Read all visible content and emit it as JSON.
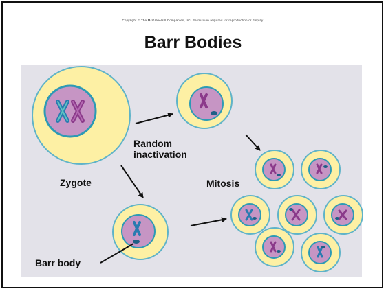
{
  "slide": {
    "copyright": "Copyright © The McGraw-Hill Companies, Inc. Permission required for reproduction or display.",
    "title": "Barr Bodies"
  },
  "diagram": {
    "labels": {
      "zygote": "Zygote",
      "random": "Random",
      "inactivation": "inactivation",
      "mitosis": "Mitosis",
      "barr_body": "Barr body"
    },
    "colors": {
      "background": "#e3e2e9",
      "cell": "#fdf0a4",
      "cell_border": "#5fb3c8",
      "nucleus": "#c695c4",
      "nucleus_border": "#2d9ab5",
      "x_active": "#8b3a8a",
      "x_inactive": "#2a7bb0",
      "barr_body": "#1f5f86",
      "arrow": "#111111"
    }
  }
}
